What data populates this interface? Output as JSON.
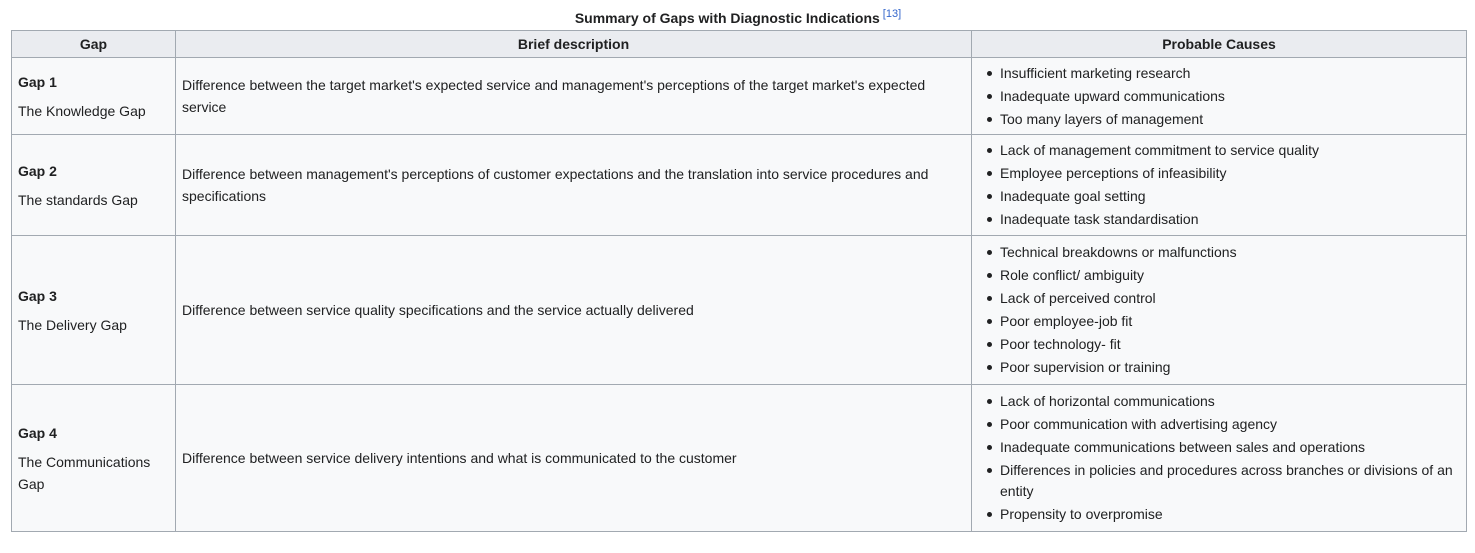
{
  "caption": {
    "title": "Summary of Gaps with Diagnostic Indications",
    "ref": "[13]"
  },
  "headers": {
    "gap": "Gap",
    "description": "Brief description",
    "causes": "Probable Causes"
  },
  "rows": [
    {
      "id": "Gap 1",
      "name": "The Knowledge Gap",
      "description": "Difference between the target market's expected service and management's perceptions of the target market's expected service",
      "causes": [
        "Insufficient marketing research",
        "Inadequate upward communications",
        "Too many layers of management"
      ]
    },
    {
      "id": "Gap 2",
      "name": "The standards Gap",
      "description": "Difference between management's perceptions of customer expectations and the translation into service procedures and specifications",
      "causes": [
        "Lack of management commitment to service quality",
        "Employee perceptions of infeasibility",
        "Inadequate goal setting",
        "Inadequate task standardisation"
      ]
    },
    {
      "id": "Gap 3",
      "name": "The Delivery Gap",
      "description": "Difference between service quality specifications and the service actually delivered",
      "causes": [
        "Technical breakdowns or malfunctions",
        "Role conflict/ ambiguity",
        "Lack of perceived control",
        "Poor employee-job fit",
        "Poor technology- fit",
        "Poor supervision or training"
      ]
    },
    {
      "id": "Gap 4",
      "name": "The Communications Gap",
      "description": "Difference between service delivery intentions and what is communicated to the customer",
      "causes": [
        "Lack of horizontal communications",
        "Poor communication with advertising agency",
        "Inadequate communications between sales and operations",
        "Differences in policies and procedures across branches or divisions of an entity",
        "Propensity to overpromise"
      ]
    }
  ]
}
